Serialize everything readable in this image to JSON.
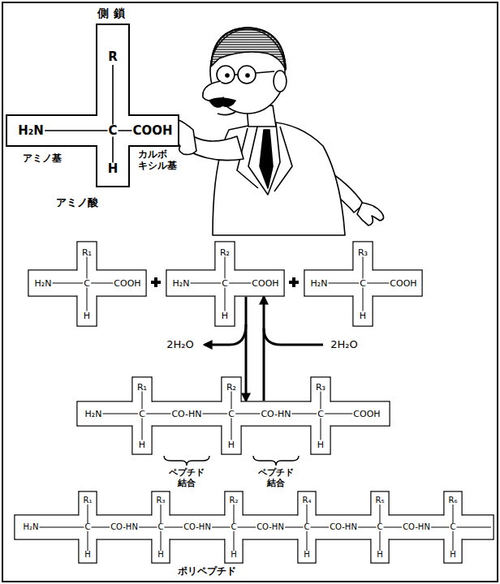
{
  "diagram": {
    "nodes": [
      {
        "text": [
          "R",
          "H₂N",
          "C",
          "COOH",
          "H"
        ]
      },
      {
        "text": [
          "R₁",
          "H₂N",
          "C",
          "COOH",
          "H"
        ]
      },
      {
        "text": [
          "R₂",
          "H₂N",
          "C",
          "COOH",
          "H"
        ]
      },
      {
        "text": [
          "R₃",
          "H₂N",
          "C",
          "COOH",
          "H"
        ]
      },
      {
        "text": [
          "R₁",
          "R₂",
          "R₃",
          "H₂N",
          "C",
          "CO-HN",
          "C",
          "CO-HN",
          "C",
          "COOH",
          "H",
          "H",
          "H"
        ]
      },
      {
        "text": [
          "R₁",
          "R₃",
          "R₂",
          "R₄",
          "R₅",
          "R₆",
          "H₂N",
          "C",
          "CO-HN",
          "C",
          "CO-HN",
          "C",
          "CO-HN",
          "C",
          "CO-HN",
          "C",
          "CO-HN",
          "C",
          "H",
          "H",
          "H",
          "H",
          "H",
          "H"
        ]
      }
    ],
    "edges": [
      {
        "from": 2,
        "to": 4,
        "arrow": "to",
        "label": "2H₂O"
      },
      {
        "from": 4,
        "to": 2,
        "arrow": "to",
        "label": "2H₂O"
      }
    ],
    "labels": [
      "側鎖",
      "アミノ基",
      "カルボ キシル基",
      "アミノ酸",
      "ペプチド 結合",
      "ペプチド 結合",
      "ポリペプチド"
    ]
  }
}
